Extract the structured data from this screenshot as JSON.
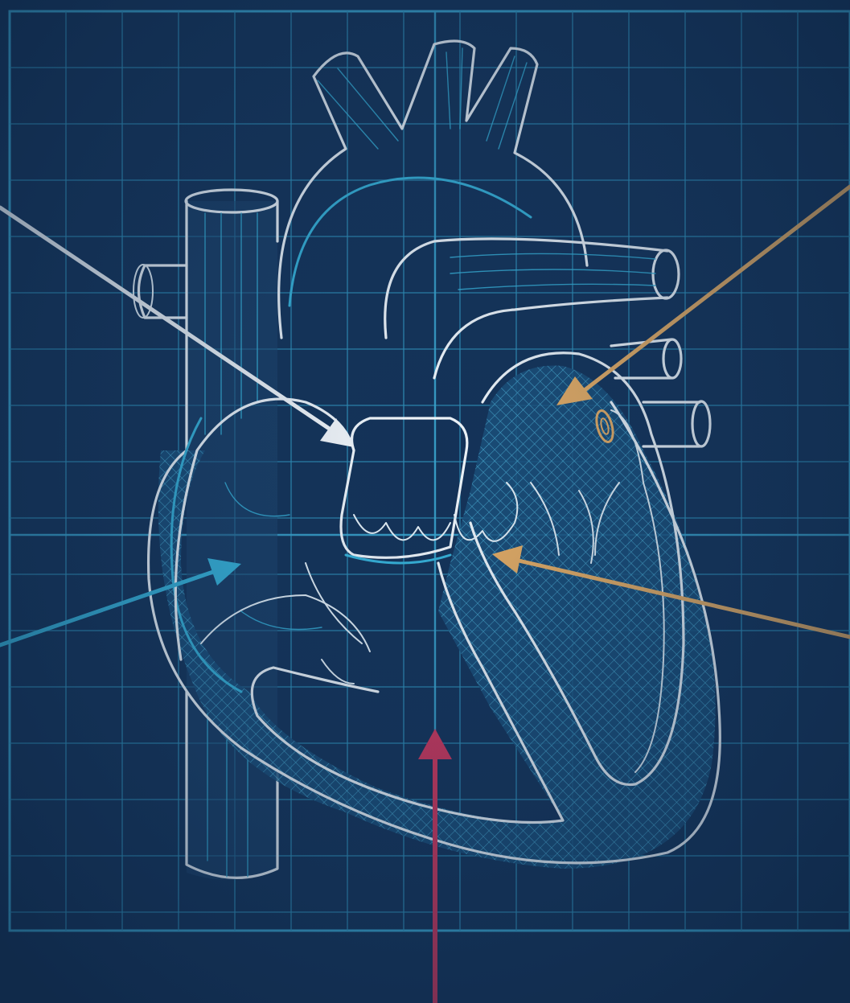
{
  "diagram": {
    "subject": "heart-blueprint",
    "colors": {
      "background": "#143257",
      "grid": "#2f8fb8",
      "outline": "#f2f7fb",
      "accent_cyan": "#37b3d9",
      "accent_white": "#f5f8fb",
      "accent_orange": "#e8ad62",
      "accent_red": "#d2365a"
    },
    "pointers": [
      {
        "id": "white-pointer",
        "color": "#f5f8fb"
      },
      {
        "id": "orange-pointer-upper",
        "color": "#e8ad62"
      },
      {
        "id": "cyan-pointer",
        "color": "#37b3d9"
      },
      {
        "id": "orange-pointer-lower",
        "color": "#e8ad62"
      },
      {
        "id": "red-pointer",
        "color": "#d2365a"
      }
    ],
    "icons": [
      "arrowhead"
    ]
  }
}
